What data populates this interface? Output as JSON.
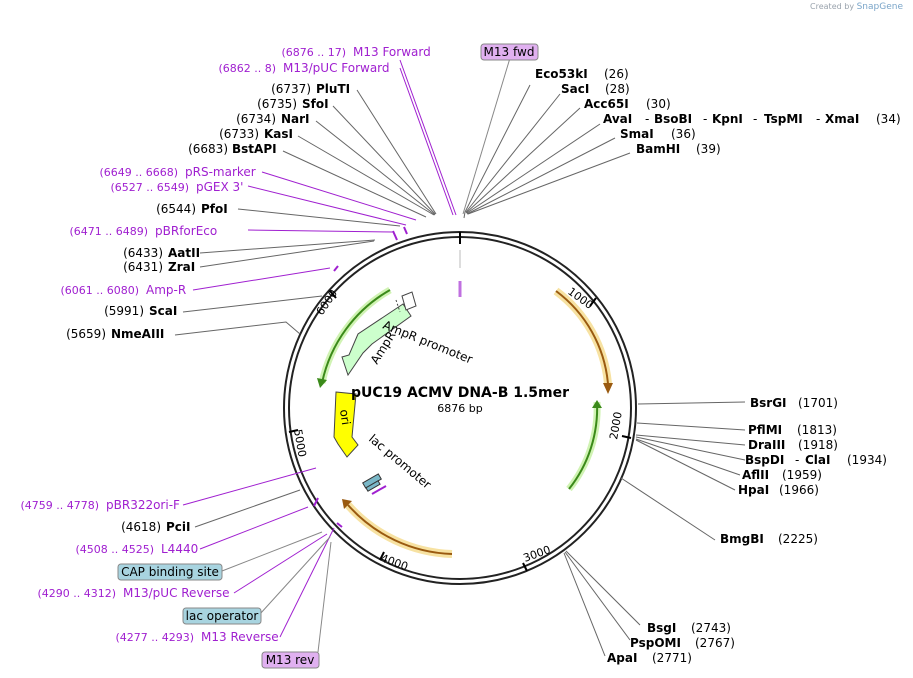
{
  "credit": {
    "prefix": "Created by",
    "brand": "SnapGene"
  },
  "plasmid": {
    "name": "pUC19 ACMV DNA-B 1.5mer",
    "length_label": "6876 bp"
  },
  "ticks": [
    "1000",
    "2000",
    "3000",
    "4000",
    "5000",
    "6000"
  ],
  "inner_labels": {
    "ampr_promoter": "AmpR promoter",
    "ampr": "AmpR",
    "ori": "ori",
    "lac_promoter": "lac promoter"
  },
  "right_sites": [
    {
      "name": "Eco53kI",
      "pos": "(26)"
    },
    {
      "name": "SacI",
      "pos": "(28)"
    },
    {
      "name": "Acc65I",
      "pos": "(30)"
    },
    {
      "names": [
        "AvaI",
        "BsoBI",
        "KpnI",
        "TspMI",
        "XmaI"
      ],
      "pos": "(34)"
    },
    {
      "name": "SmaI",
      "pos": "(36)"
    },
    {
      "name": "BamHI",
      "pos": "(39)"
    },
    {
      "name": "BsrGI",
      "pos": "(1701)"
    },
    {
      "name": "PflMI",
      "pos": "(1813)"
    },
    {
      "name": "DraIII",
      "pos": "(1918)"
    },
    {
      "names": [
        "BspDI",
        "ClaI"
      ],
      "pos": "(1934)"
    },
    {
      "name": "AflII",
      "pos": "(1959)"
    },
    {
      "name": "HpaI",
      "pos": "(1966)"
    },
    {
      "name": "BmgBI",
      "pos": "(2225)"
    },
    {
      "name": "BsgI",
      "pos": "(2743)"
    },
    {
      "name": "PspOMI",
      "pos": "(2767)"
    },
    {
      "name": "ApaI",
      "pos": "(2771)"
    }
  ],
  "left_sites": [
    {
      "name": "PluTI",
      "pos": "(6737)"
    },
    {
      "name": "SfoI",
      "pos": "(6735)"
    },
    {
      "name": "NarI",
      "pos": "(6734)"
    },
    {
      "name": "KasI",
      "pos": "(6733)"
    },
    {
      "name": "BstAPI",
      "pos": "(6683)"
    },
    {
      "name": "PfoI",
      "pos": "(6544)"
    },
    {
      "name": "AatII",
      "pos": "(6433)"
    },
    {
      "name": "ZraI",
      "pos": "(6431)"
    },
    {
      "name": "ScaI",
      "pos": "(5991)"
    },
    {
      "name": "NmeAIII",
      "pos": "(5659)"
    },
    {
      "name": "PciI",
      "pos": "(4618)"
    }
  ],
  "features": [
    {
      "range": "(6876 .. 17)",
      "name": "M13 Forward"
    },
    {
      "range": "(6862 .. 8)",
      "name": "M13/pUC Forward"
    },
    {
      "range": "(6649 .. 6668)",
      "name": "pRS-marker"
    },
    {
      "range": "(6527 .. 6549)",
      "name": "pGEX 3'"
    },
    {
      "range": "(6471 .. 6489)",
      "name": "pBRforEco"
    },
    {
      "range": "(6061 .. 6080)",
      "name": "Amp-R"
    },
    {
      "range": "(4759 .. 4778)",
      "name": "pBR322ori-F"
    },
    {
      "range": "(4508 .. 4525)",
      "name": "L4440"
    },
    {
      "range": "(4290 .. 4312)",
      "name": "M13/pUC Reverse"
    },
    {
      "range": "(4277 .. 4293)",
      "name": "M13 Reverse"
    }
  ],
  "boxes": [
    {
      "label": "M13 fwd",
      "color": "#e0b0f0"
    },
    {
      "label": "CAP binding site",
      "color": "#a8d4e0"
    },
    {
      "label": "lac operator",
      "color": "#a8d4e0"
    },
    {
      "label": "M13 rev",
      "color": "#e0b0f0"
    }
  ],
  "colors": {
    "feature_text": "#a020d0",
    "ampr": "#ccffcc",
    "ori": "#ffff00",
    "orf": "#f0a030",
    "orf_green": "#66cc33"
  }
}
